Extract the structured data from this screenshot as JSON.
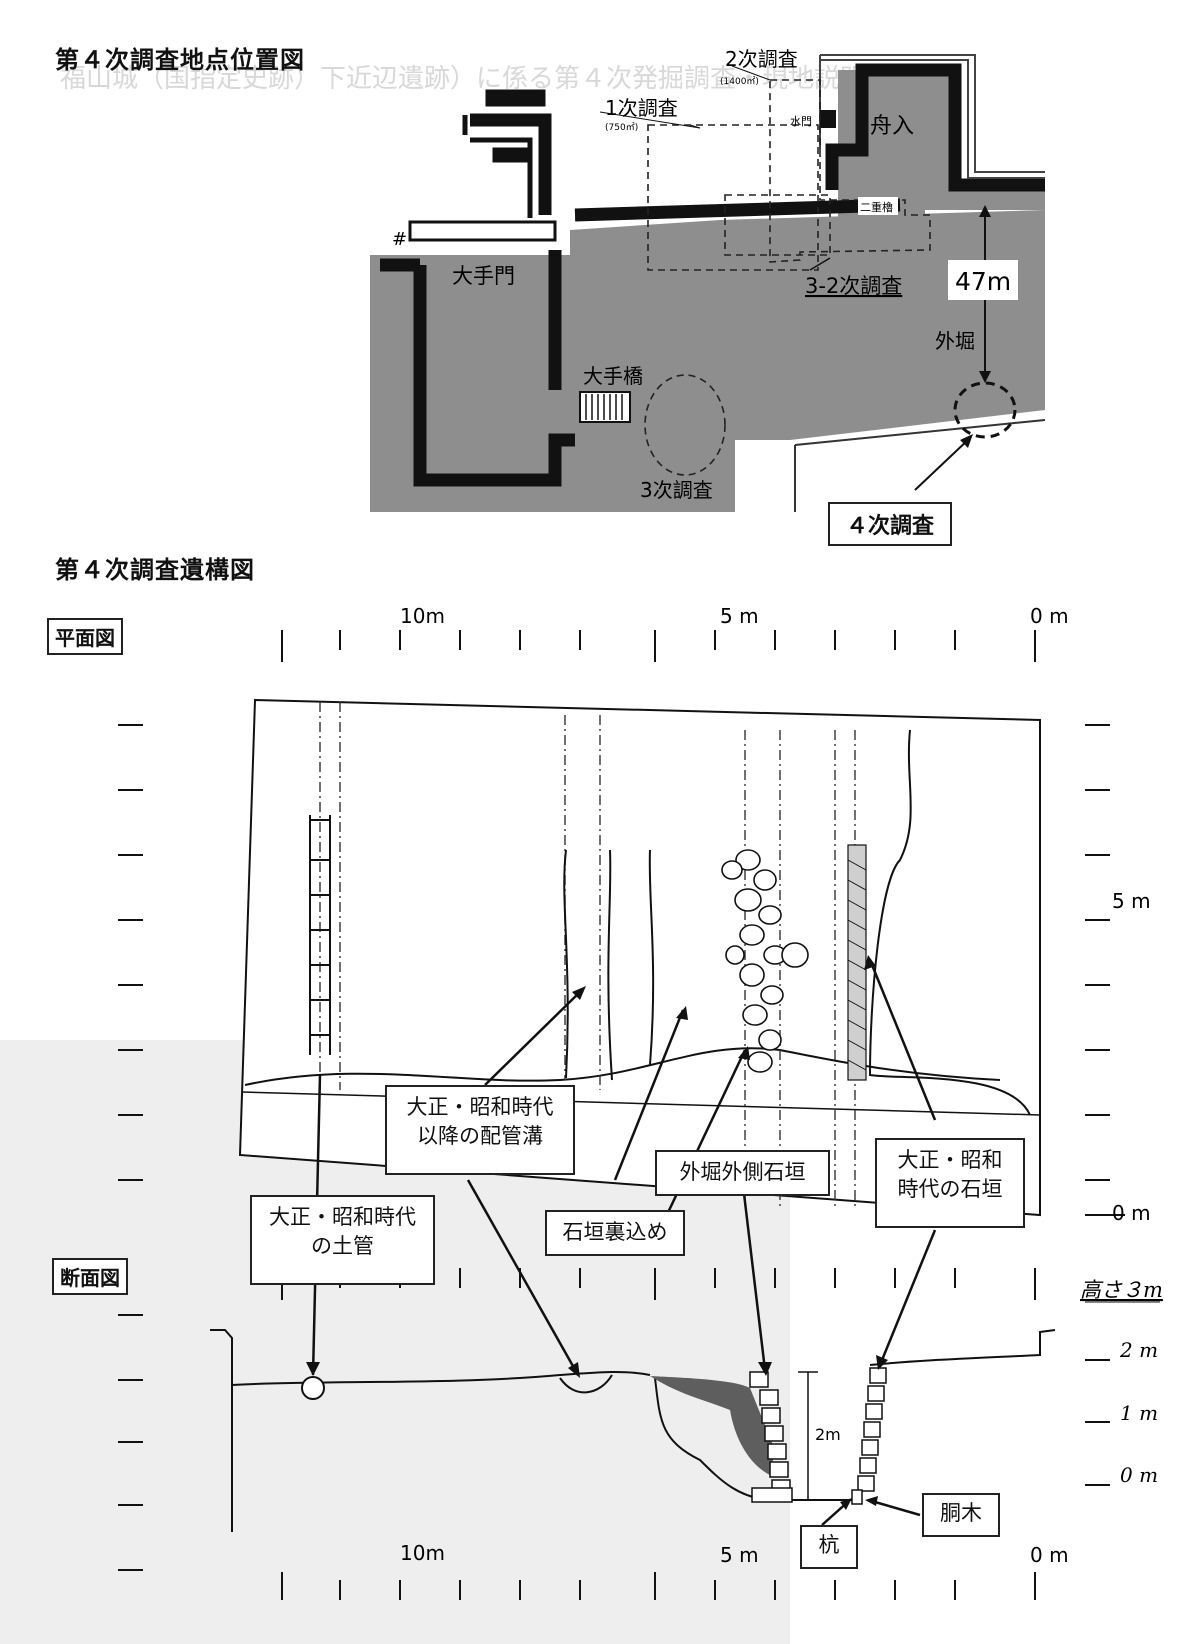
{
  "titles": {
    "location_map": "第４次調査地点位置図",
    "feature_map": "第４次調査遺構図"
  },
  "background_heading": "福山城（国指定史跡）下近辺遺跡）に係る第４次発掘調査・現地説明会",
  "location_map": {
    "survey_2": "2次調査",
    "survey_2_area": "(1400㎡)",
    "survey_1": "1次調査",
    "survey_1_area": "(750㎡)",
    "water_gate": "水門",
    "funairi": "舟入",
    "nijuyagura": "二重櫓",
    "hash_mark": "#",
    "otemon": "大手門",
    "survey_3_2": "3-2次調査",
    "distance": "47m",
    "outer_moat": "外堀",
    "otebashi": "大手橋",
    "survey_3": "3次調査",
    "survey_4": "４次調査"
  },
  "plan": {
    "label": "平面図",
    "scale_top": [
      "10m",
      "5 m",
      "0 m"
    ],
    "scale_right_5m": "5 m",
    "scale_right_0m": "0 m"
  },
  "section": {
    "label": "断面図",
    "height_title": "高さ３m",
    "height_ticks": [
      "2 m",
      "1 m",
      "0 m"
    ],
    "depth_label": "2m",
    "scale_bottom": [
      "10m",
      "5 m",
      "0 m"
    ]
  },
  "annotations": {
    "pipe_trench": [
      "大正・昭和時代",
      "以降の配管溝"
    ],
    "outer_wall": "外堀外側石垣",
    "stone_wall_modern": [
      "大正・昭和",
      "時代の石垣"
    ],
    "clay_pipe": [
      "大正・昭和時代",
      "の土管"
    ],
    "backfill": "石垣裏込め",
    "stake": "杭",
    "crossbeam": "胴木"
  }
}
